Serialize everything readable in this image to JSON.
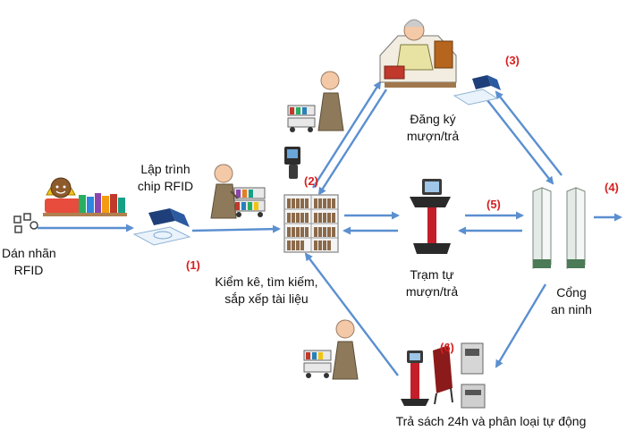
{
  "labels": {
    "dan_nhan_line1": "Dán nhãn",
    "dan_nhan_line2": "RFID",
    "lap_trinh_line1": "Lập trình",
    "lap_trinh_line2": "chip RFID",
    "kiem_ke_line1": "Kiểm kê, tìm kiếm,",
    "kiem_ke_line2": "sắp xếp tài liệu",
    "dang_ky_line1": "Đăng ký",
    "dang_ky_line2": "mượn/trả",
    "tram_tu_line1": "Trạm tự",
    "tram_tu_line2": "mượn/trả",
    "cong_line1": "Cổng",
    "cong_line2": "an ninh",
    "tra_sach": "Trả sách 24h và phân loại tự động"
  },
  "steps": {
    "s1": "(1)",
    "s2": "(2)",
    "s3": "(3)",
    "s4": "(4)",
    "s5": "(5)",
    "s6": "(6)"
  },
  "colors": {
    "arrow": "#5b8fd0",
    "step_number": "#d62020"
  }
}
